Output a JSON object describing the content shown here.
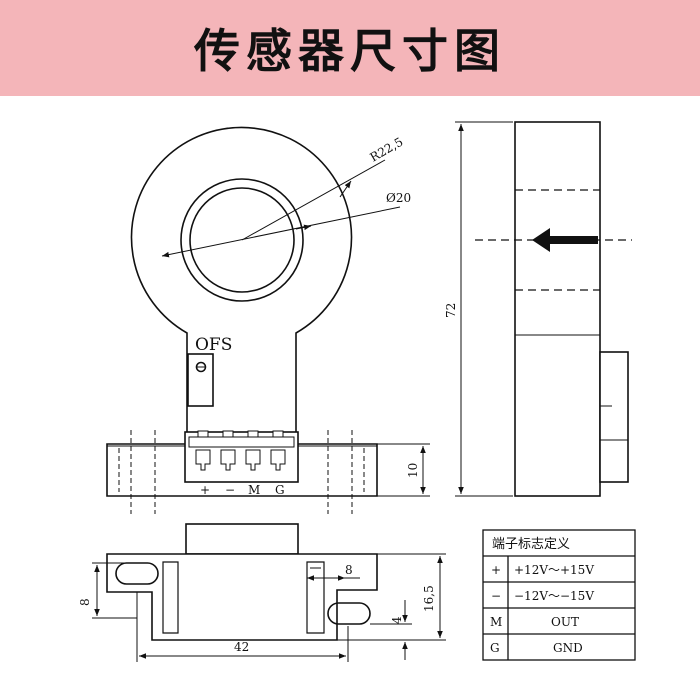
{
  "title": "传感器尺寸图",
  "front_view": {
    "radius_label": "R22,5",
    "diameter_label": "Ø20",
    "ofs_label": "OFS",
    "pin_labels": [
      "+",
      "−",
      "M",
      "G"
    ],
    "base_height_label": "10"
  },
  "side_view": {
    "height_label": "72"
  },
  "bottom_view": {
    "width_label": "42",
    "slot_height_label": "8",
    "slot_width_label": "8",
    "depth_label": "16,5",
    "offset_label": "4"
  },
  "terminal_table": {
    "header": "端子标志定义",
    "rows": [
      {
        "pin": "+",
        "value": "+12V～+15V"
      },
      {
        "pin": "−",
        "value": "−12V～−15V"
      },
      {
        "pin": "M",
        "value": "OUT"
      },
      {
        "pin": "G",
        "value": "GND"
      }
    ]
  },
  "colors": {
    "banner": "#f4b5b9",
    "line": "#111111"
  }
}
